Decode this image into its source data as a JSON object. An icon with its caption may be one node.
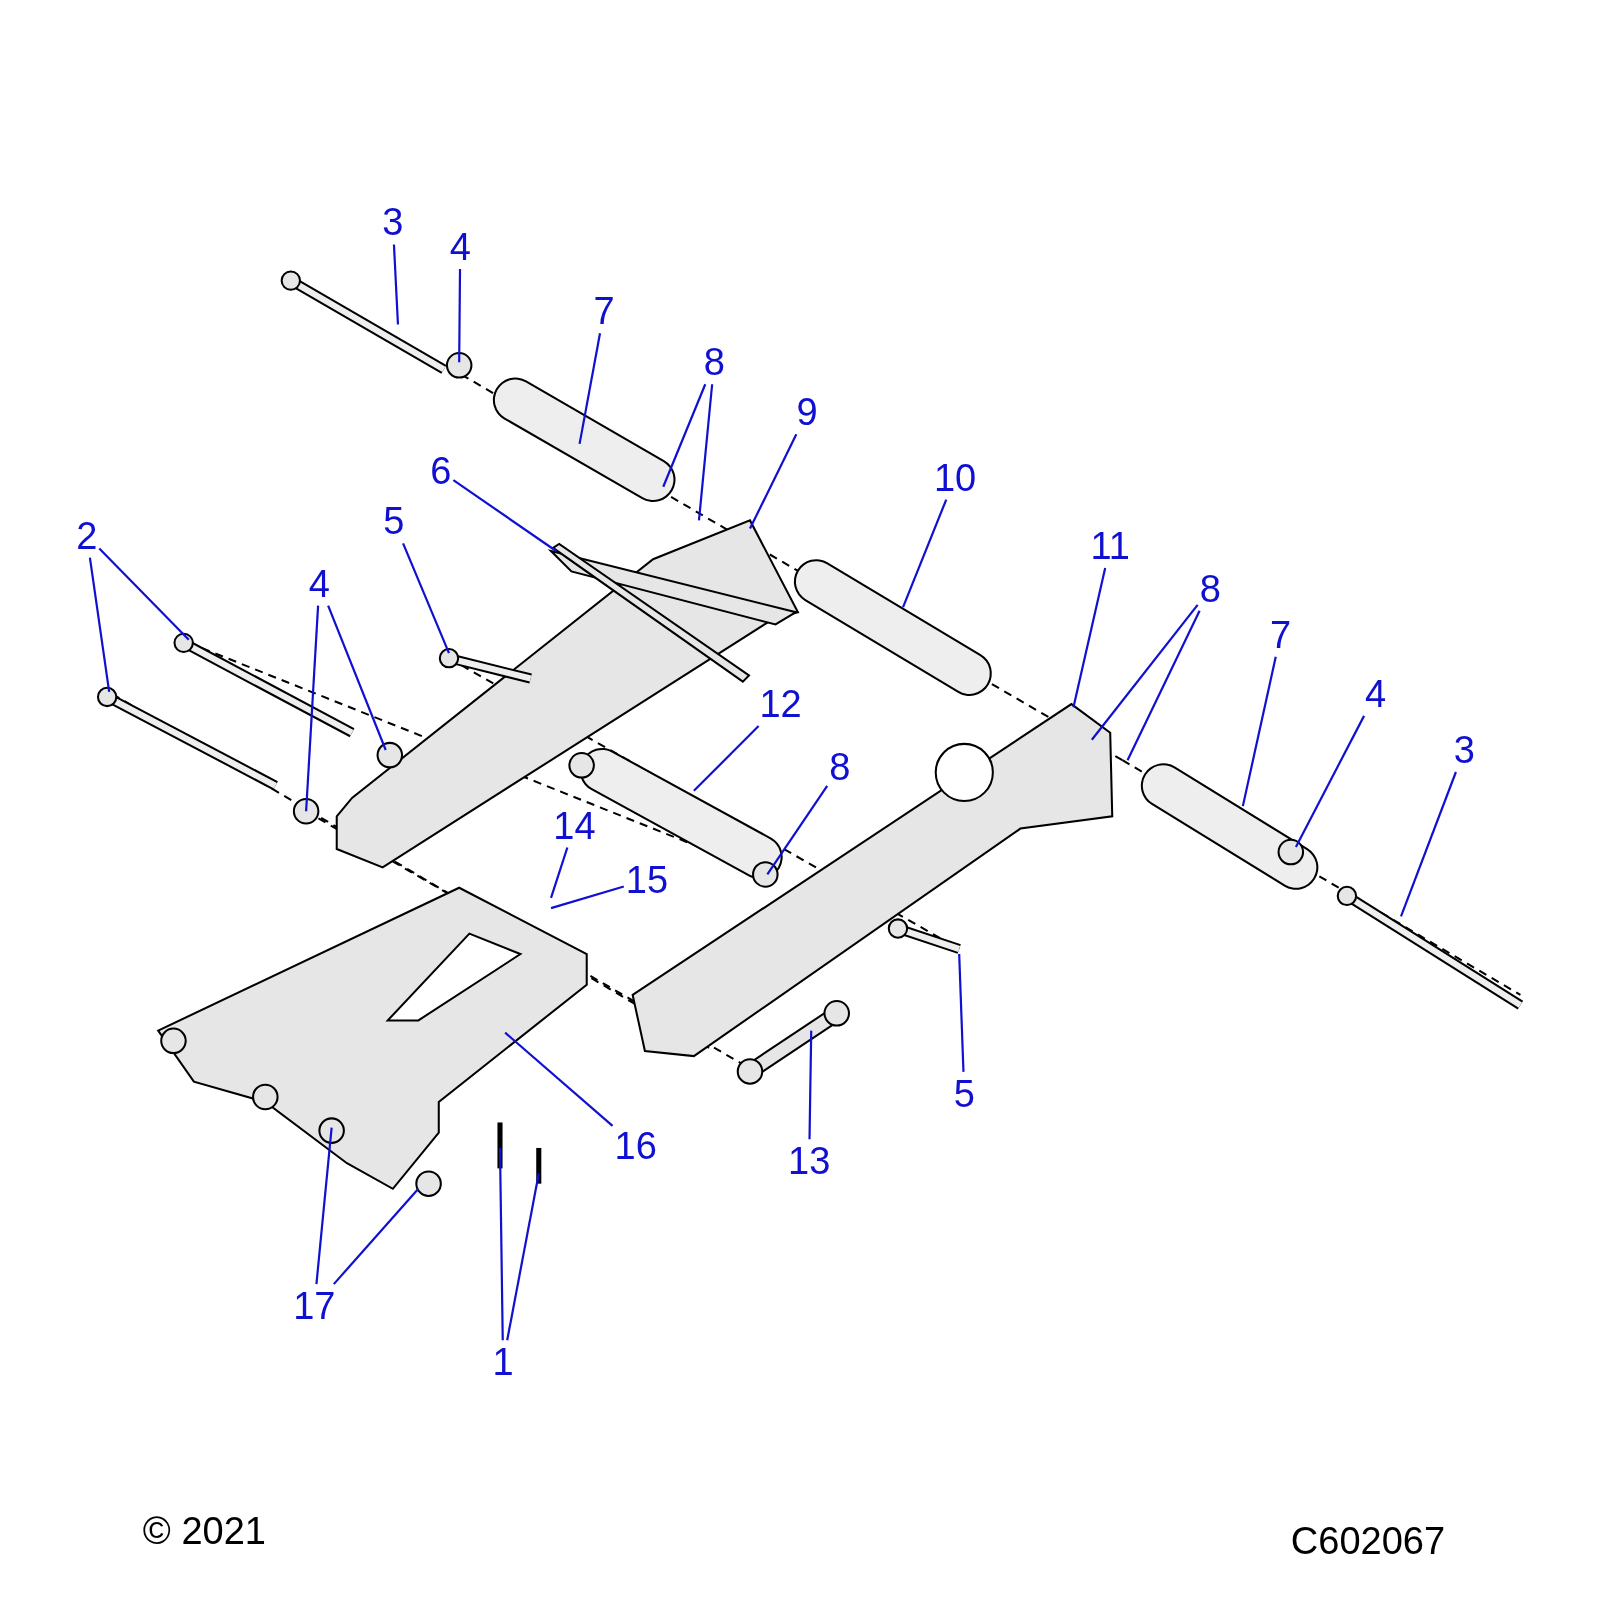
{
  "diagram": {
    "nodes": [
      {
        "text": [
          "3"
        ]
      },
      {
        "text": [
          "4"
        ]
      },
      {
        "text": [
          "7"
        ]
      },
      {
        "text": [
          "8"
        ]
      },
      {
        "text": [
          "9"
        ]
      },
      {
        "text": [
          "6"
        ]
      },
      {
        "text": [
          "10"
        ]
      },
      {
        "text": [
          "11"
        ]
      },
      {
        "text": [
          "2"
        ]
      },
      {
        "text": [
          "5"
        ]
      },
      {
        "text": [
          "4"
        ]
      },
      {
        "text": [
          "8"
        ]
      },
      {
        "text": [
          "7"
        ]
      },
      {
        "text": [
          "12"
        ]
      },
      {
        "text": [
          "4"
        ]
      },
      {
        "text": [
          "3"
        ]
      },
      {
        "text": [
          "8"
        ]
      },
      {
        "text": [
          "14"
        ]
      },
      {
        "text": [
          "15"
        ]
      },
      {
        "text": [
          "5"
        ]
      },
      {
        "text": [
          "16"
        ]
      },
      {
        "text": [
          "13"
        ]
      },
      {
        "text": [
          "17"
        ]
      },
      {
        "text": [
          "1"
        ]
      }
    ],
    "edges": [
      {
        "from": 0,
        "to": null,
        "arrow": "none"
      },
      {
        "from": 1,
        "to": null,
        "arrow": "none"
      },
      {
        "from": 2,
        "to": null,
        "arrow": "none"
      },
      {
        "from": 3,
        "to": null,
        "arrow": "none"
      },
      {
        "from": 3,
        "to": null,
        "arrow": "none"
      },
      {
        "from": 4,
        "to": null,
        "arrow": "none"
      },
      {
        "from": 5,
        "to": null,
        "arrow": "none"
      },
      {
        "from": 6,
        "to": null,
        "arrow": "none"
      },
      {
        "from": 7,
        "to": null,
        "arrow": "none"
      },
      {
        "from": 8,
        "to": null,
        "arrow": "none"
      },
      {
        "from": 8,
        "to": null,
        "arrow": "none"
      },
      {
        "from": 9,
        "to": null,
        "arrow": "none"
      },
      {
        "from": 10,
        "to": null,
        "arrow": "none"
      },
      {
        "from": 10,
        "to": null,
        "arrow": "none"
      },
      {
        "from": 11,
        "to": null,
        "arrow": "none"
      },
      {
        "from": 11,
        "to": null,
        "arrow": "none"
      },
      {
        "from": 12,
        "to": null,
        "arrow": "none"
      },
      {
        "from": 13,
        "to": null,
        "arrow": "none"
      },
      {
        "from": 14,
        "to": null,
        "arrow": "none"
      },
      {
        "from": 15,
        "to": null,
        "arrow": "none"
      },
      {
        "from": 16,
        "to": null,
        "arrow": "none"
      },
      {
        "from": 17,
        "to": null,
        "arrow": "none"
      },
      {
        "from": 18,
        "to": null,
        "arrow": "none"
      },
      {
        "from": 19,
        "to": null,
        "arrow": "none"
      },
      {
        "from": 20,
        "to": null,
        "arrow": "none"
      },
      {
        "from": 21,
        "to": null,
        "arrow": "none"
      },
      {
        "from": 22,
        "to": null,
        "arrow": "none"
      },
      {
        "from": 22,
        "to": null,
        "arrow": "none"
      },
      {
        "from": 23,
        "to": null,
        "arrow": "none"
      },
      {
        "from": 23,
        "to": null,
        "arrow": "none"
      }
    ],
    "labels": [
      "© 2021",
      "C602067"
    ]
  }
}
